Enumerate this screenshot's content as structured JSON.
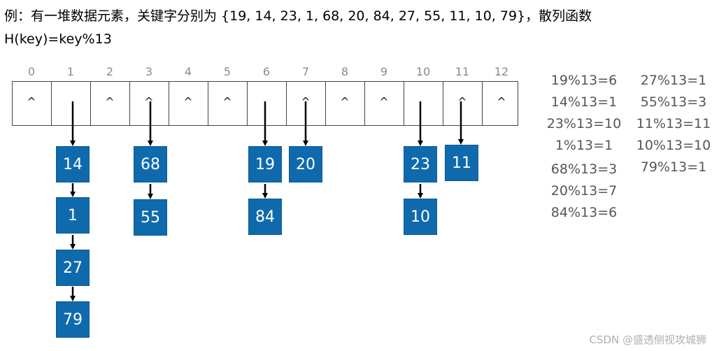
{
  "title_line1": "例：有一堆数据元素，关键字分别为 {19, 14, 23, 1, 68, 20, 84, 27, 55, 11, 10, 79}，散列函数",
  "title_line2": "H(key)=key%13",
  "indices": [
    "0",
    "1",
    "2",
    "3",
    "4",
    "5",
    "6",
    "7",
    "8",
    "9",
    "10",
    "11",
    "12"
  ],
  "caret": "^",
  "nodes": {
    "b1": [
      "14",
      "1",
      "27",
      "79"
    ],
    "b3": [
      "68",
      "55"
    ],
    "b6": [
      "19",
      "84"
    ],
    "b7": [
      "20"
    ],
    "b10": [
      "23",
      "10"
    ],
    "b11": [
      "11"
    ]
  },
  "calc_left": [
    "19%13=6",
    "14%13=1",
    "23%13=10",
    "1%13=1",
    "68%13=3",
    "20%13=7",
    "84%13=6"
  ],
  "calc_right": [
    "27%13=1",
    "55%13=3",
    "11%13=11",
    "10%13=10",
    "79%13=1"
  ],
  "watermark": "CSDN @盛透侧视攻城狮"
}
